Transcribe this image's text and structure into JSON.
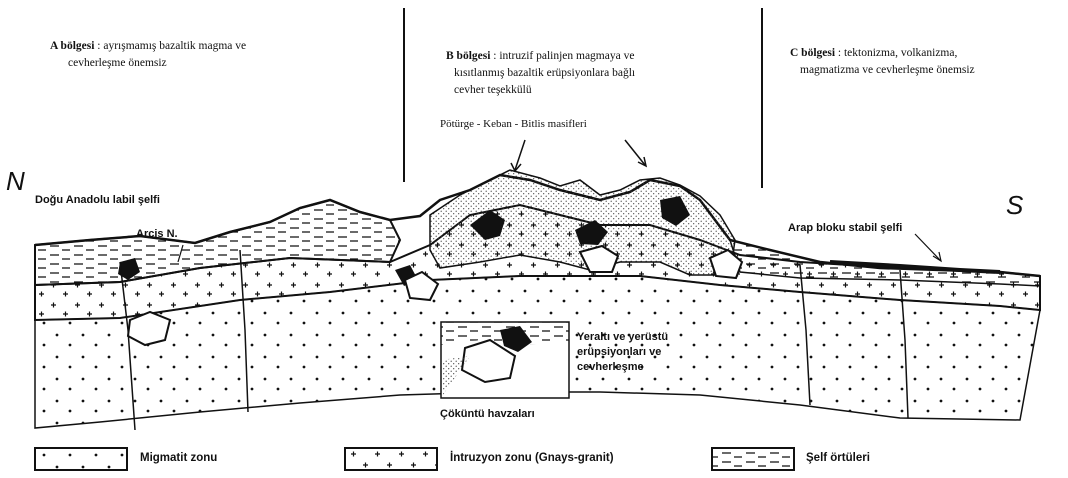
{
  "zones": {
    "a": {
      "name": "A bölgesi",
      "text1": ": ayrışmamış bazaltik magma ve",
      "text2": "cevherleşme önemsiz"
    },
    "b": {
      "name": "B bölgesi",
      "text1": ": intruzif palinjen magmaya ve",
      "text2": "kısıtlanmış bazaltik erüpsiyonlara bağlı",
      "text3": "cevher teşekkülü"
    },
    "c": {
      "name": "C bölgesi",
      "text1": ": tektonizma, volkanizma,",
      "text2": "magmatizma ve cevherleşme önemsiz"
    }
  },
  "labels": {
    "massifs": "Pötürge - Keban - Bitlis masifleri",
    "north": "N",
    "south": "S",
    "east_anatolia": "Doğu Anadolu labil şelfi",
    "arc": "Arcis N.",
    "arab": "Arap bloku stabil şelfi",
    "eruptions_1": "Yeraltı ve yerüstü",
    "eruptions_2": "erüpsiyonları ve",
    "eruptions_3": "cevherleşme",
    "basins": "Çöküntü havzaları"
  },
  "legend": [
    {
      "pattern": "dots",
      "label": "Migmatit zonu"
    },
    {
      "pattern": "crosses",
      "label": "İntruzyon zonu (Gnays-granit)"
    },
    {
      "pattern": "dashes",
      "label": "Şelf örtüleri"
    }
  ]
}
